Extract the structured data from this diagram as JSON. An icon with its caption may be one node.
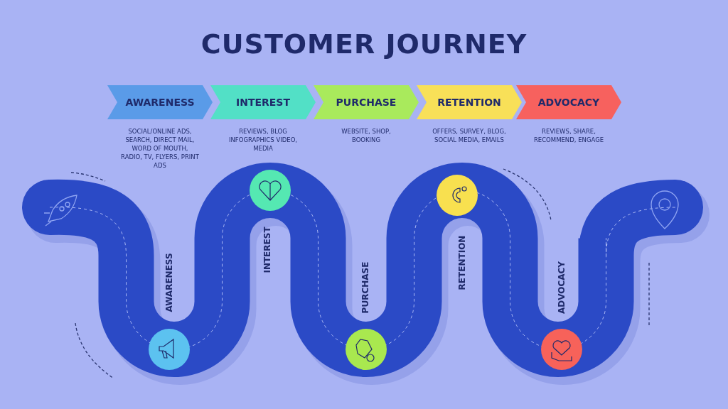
{
  "diagram": {
    "title": "CUSTOMER JOURNEY",
    "nodes": [
      {
        "text": [
          "AWARENESS"
        ],
        "beside": [
          "SOCIAL/ONLINE ADS, SEARCH, DIRECT MAIL, WORD OF MOUTH, RADIO, TV, FLYERS, PRINT ADS"
        ]
      },
      {
        "text": [
          "INTEREST"
        ],
        "beside": [
          "REVIEWS, BLOG INFOGRAPHICS VIDEO, MEDIA"
        ]
      },
      {
        "text": [
          "PURCHASE"
        ],
        "beside": [
          "WEBSITE, SHOP, BOOKING"
        ]
      },
      {
        "text": [
          "RETENTION"
        ],
        "beside": [
          "OFFERS, SURVEY, BLOG, SOCIAL MEDIA, EMAILS"
        ]
      },
      {
        "text": [
          "ADVOCACY"
        ],
        "beside": [
          "REVIEWS, SHARE, RECOMMEND, ENGAGE"
        ]
      }
    ],
    "labels": [
      "AWARENESS",
      "INTEREST",
      "PURCHASE",
      "RETENTION",
      "ADVOCACY"
    ]
  }
}
